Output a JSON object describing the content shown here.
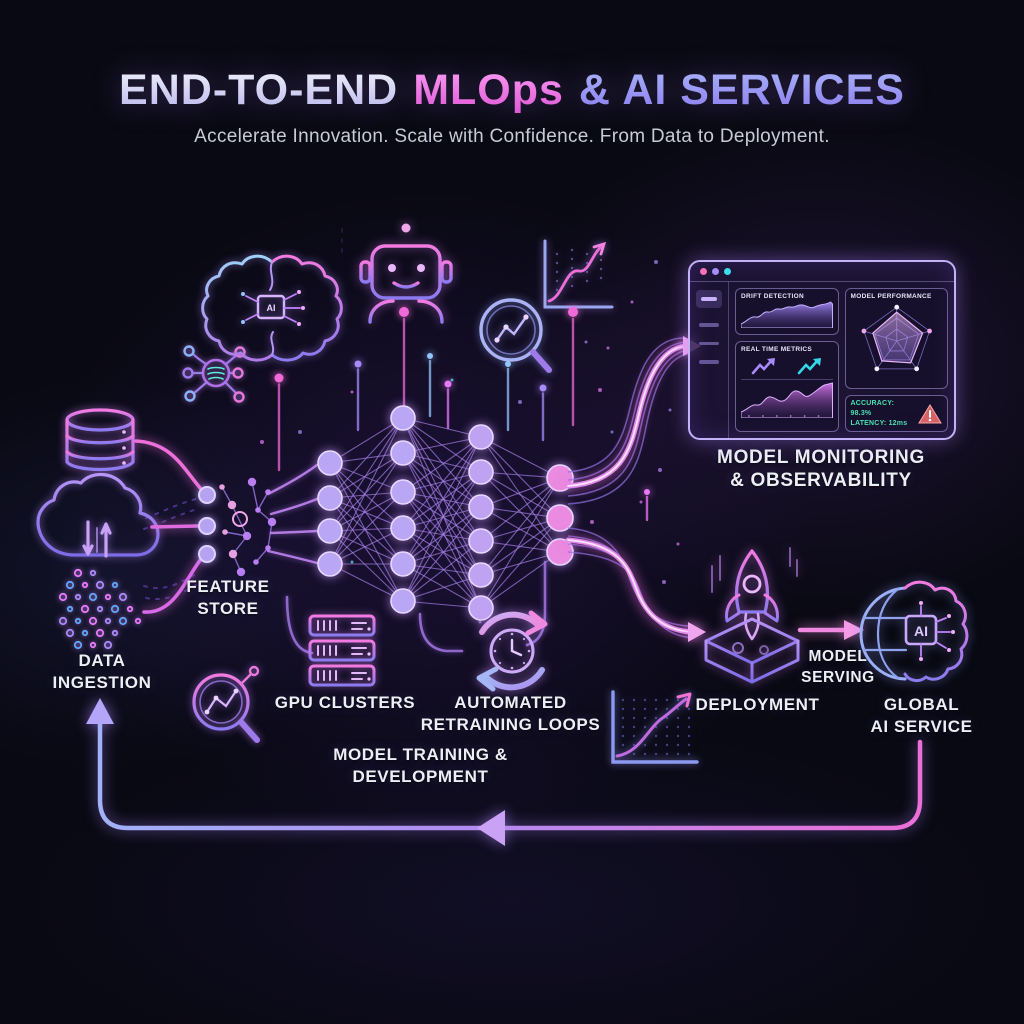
{
  "header": {
    "title_part1": "END-TO-END",
    "title_part2": "MLOps",
    "title_part3": "& AI SERVICES",
    "subtitle": "Accelerate Innovation. Scale with Confidence. From Data to Deployment."
  },
  "labels": {
    "data_ingestion": [
      "DATA",
      "INGESTION"
    ],
    "feature_store": [
      "FEATURE",
      "STORE"
    ],
    "gpu_clusters": [
      "GPU CLUSTERS"
    ],
    "automated_retraining": [
      "AUTOMATED",
      "RETRAINING LOOPS"
    ],
    "model_training": [
      "MODEL TRAINING &",
      "DEVELOPMENT"
    ],
    "deployment": [
      "DEPLOYMENT"
    ],
    "model_serving": [
      "MODEL",
      "SERVING"
    ],
    "global_ai_service": [
      "GLOBAL",
      "AI SERVICE"
    ],
    "model_monitoring": [
      "MODEL MONITORING",
      "& OBSERVABILITY"
    ]
  },
  "dashboard": {
    "drift_title": "DRIFT DETECTION",
    "metrics_title": "REAL TIME METRICS",
    "performance_title": "MODEL PERFORMANCE",
    "accuracy": "ACCURACY: 98.3%",
    "latency": "LATENCY: 12ms"
  },
  "icons": {
    "brain_chip_text": "AI",
    "globe_chip_text": "AI"
  },
  "colors": {
    "accent_pink": "#e879d8",
    "accent_purple": "#a78bfa",
    "accent_periwinkle": "#93a8f0",
    "accent_cyan": "#2dd4ee",
    "status_green": "#49e0b0",
    "alert_red": "#f87171",
    "background": "#090913"
  }
}
